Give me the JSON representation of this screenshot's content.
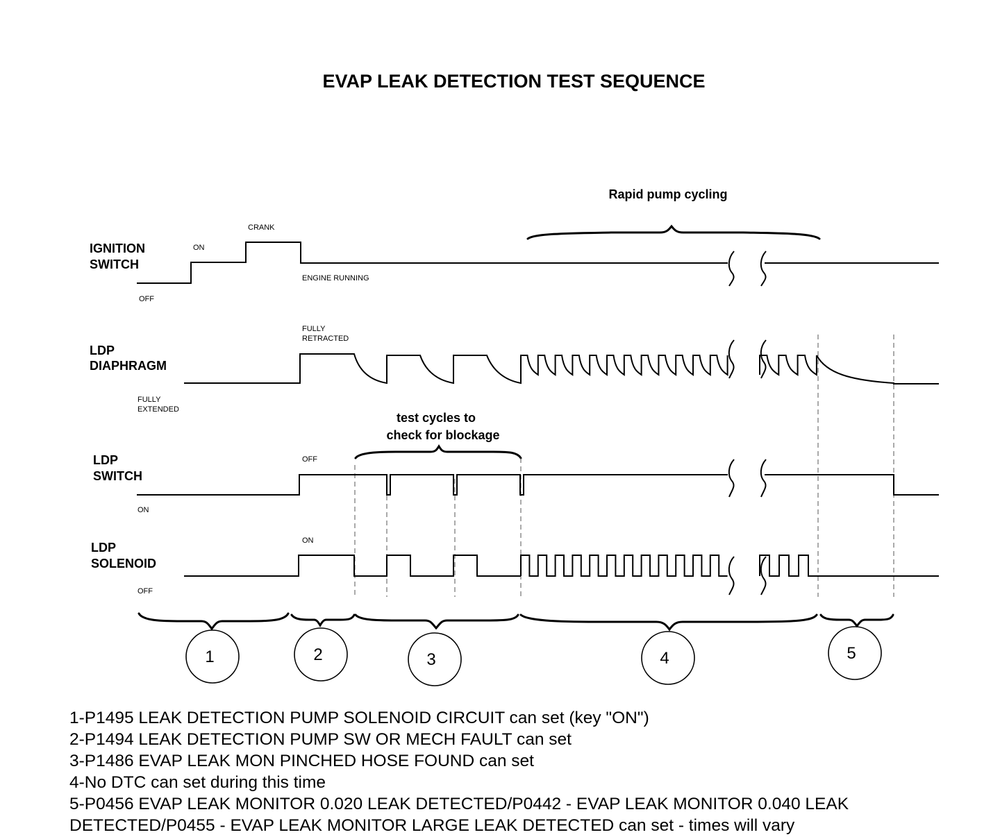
{
  "title": "EVAP LEAK DETECTION TEST SEQUENCE",
  "annotations": {
    "rapid_pump_cycling": "Rapid pump cycling",
    "test_cycles_line1": "test cycles to",
    "test_cycles_line2": "check for blockage"
  },
  "signals": [
    {
      "id": "ignition",
      "label": [
        "IGNITION",
        "SWITCH"
      ],
      "states": [
        "OFF",
        "ON",
        "CRANK",
        "ENGINE RUNNING"
      ]
    },
    {
      "id": "ldp_diaphragm",
      "label": [
        "LDP",
        "DIAPHRAGM"
      ],
      "states": [
        "FULLY",
        "RETRACTED",
        "FULLY",
        "EXTENDED"
      ]
    },
    {
      "id": "ldp_switch",
      "label": [
        "LDP",
        "SWITCH"
      ],
      "states": [
        "OFF",
        "ON"
      ]
    },
    {
      "id": "ldp_solenoid",
      "label": [
        "LDP",
        "SOLENOID"
      ],
      "states": [
        "ON",
        "OFF"
      ]
    }
  ],
  "phases": [
    "1",
    "2",
    "3",
    "4",
    "5"
  ],
  "legend": [
    "1-P1495 LEAK DETECTION PUMP SOLENOID CIRCUIT can set (key \"ON\")",
    "2-P1494 LEAK DETECTION PUMP SW OR MECH FAULT can set",
    "3-P1486 EVAP LEAK MON PINCHED HOSE FOUND can set",
    "4-No DTC can set during this time",
    "5-P0456 EVAP LEAK MONITOR 0.020 LEAK DETECTED/P0442 - EVAP LEAK MONITOR 0.040 LEAK",
    "DETECTED/P0455 - EVAP LEAK MONITOR LARGE LEAK DETECTED can set - times will vary"
  ]
}
